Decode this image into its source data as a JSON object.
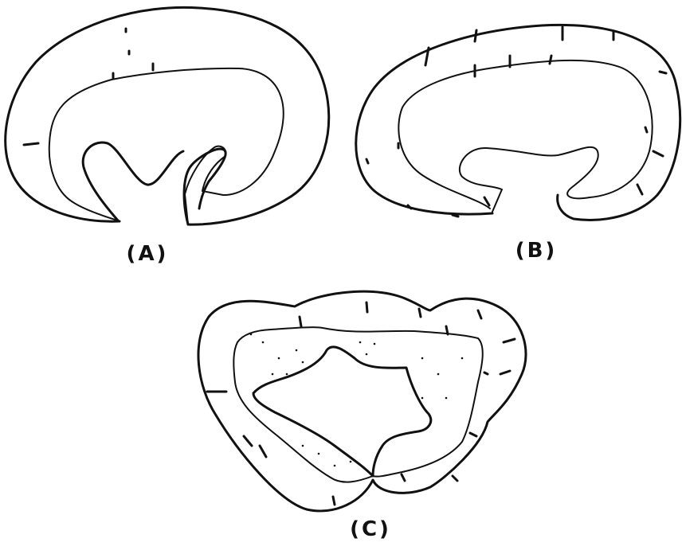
{
  "figure": {
    "panels": [
      {
        "id": "A",
        "label": "(A)"
      },
      {
        "id": "B",
        "label": "(B)"
      },
      {
        "id": "C",
        "label": "(C)"
      }
    ],
    "colors": {
      "ink": "#111111",
      "paper": "#ffffff"
    }
  }
}
